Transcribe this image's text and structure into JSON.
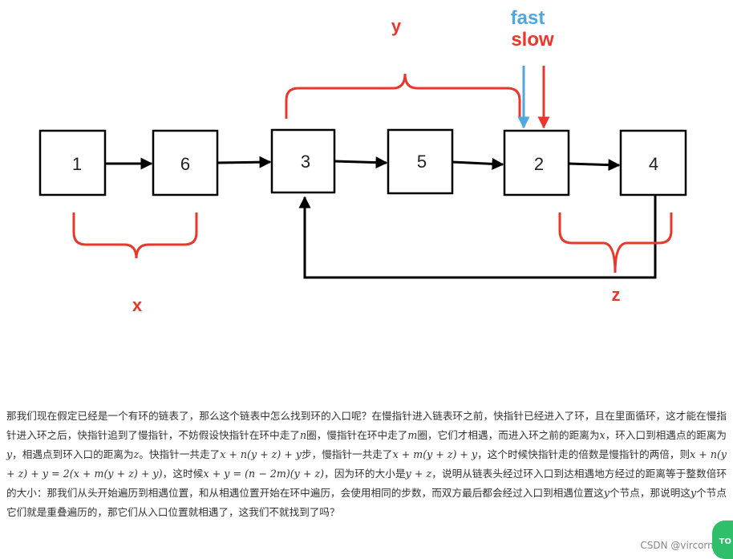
{
  "nodes": [
    "1",
    "6",
    "3",
    "5",
    "2",
    "4"
  ],
  "braces": {
    "x": "x",
    "y": "y",
    "z": "z"
  },
  "pointers": {
    "fast": "fast",
    "slow": "slow"
  },
  "colors": {
    "brace": "#e8372b",
    "fast": "#4ea7e0",
    "slow": "#e8372b",
    "line": "#000000"
  },
  "article": {
    "p1": "那我们现在假定已经是一个有环的链表了，那么这个链表中怎么找到环的入口呢？在慢指针进入链表环之前，快指针已经进入了环，且在里面循环，这才能在慢指针进入环之后，快指针追到了慢指针，不妨假设快指针在环中走了",
    "n1": "n",
    "p2": "圈，慢指针在环中走了",
    "m1": "m",
    "p3": "圈，它们才相遇，而进入环之前的距离为",
    "x1": "x",
    "p4": "，环入口到相遇点的距离为",
    "y1": "y",
    "p5": "，相遇点到环入口的距离为",
    "z1": "z",
    "p6": "。快指针一共走了",
    "e1": "x + n(y + z) + y",
    "p7": "步，慢指针一共走了",
    "e2": "x + m(y + z) + y",
    "p8": "，这个时候快指针走的倍数是慢指针的两倍，则",
    "e3": "x + n(y + z) + y = 2(x + m(y + z) + y)",
    "p9": "，这时候",
    "e4": "x + y = (n − 2m)(y + z)",
    "p10": "，因为环的大小是",
    "e5": "y + z",
    "p11": "，说明从链表头经过环入口到达相遇地方经过的距离等于整数倍环的大小：那我们从头开始遍历到相遇位置，和从相遇位置开始在环中遍历，会使用相同的步数，而双方最后都会经过入口到相遇位置这",
    "y2": "y",
    "p12": "个节点，那说明这",
    "y3": "y",
    "p13": "个节点它们就是重叠遍历的，那它们从入口位置就相遇了，这我们不就找到了吗？"
  },
  "watermark": "CSDN @vircorns",
  "top_button": "TO"
}
